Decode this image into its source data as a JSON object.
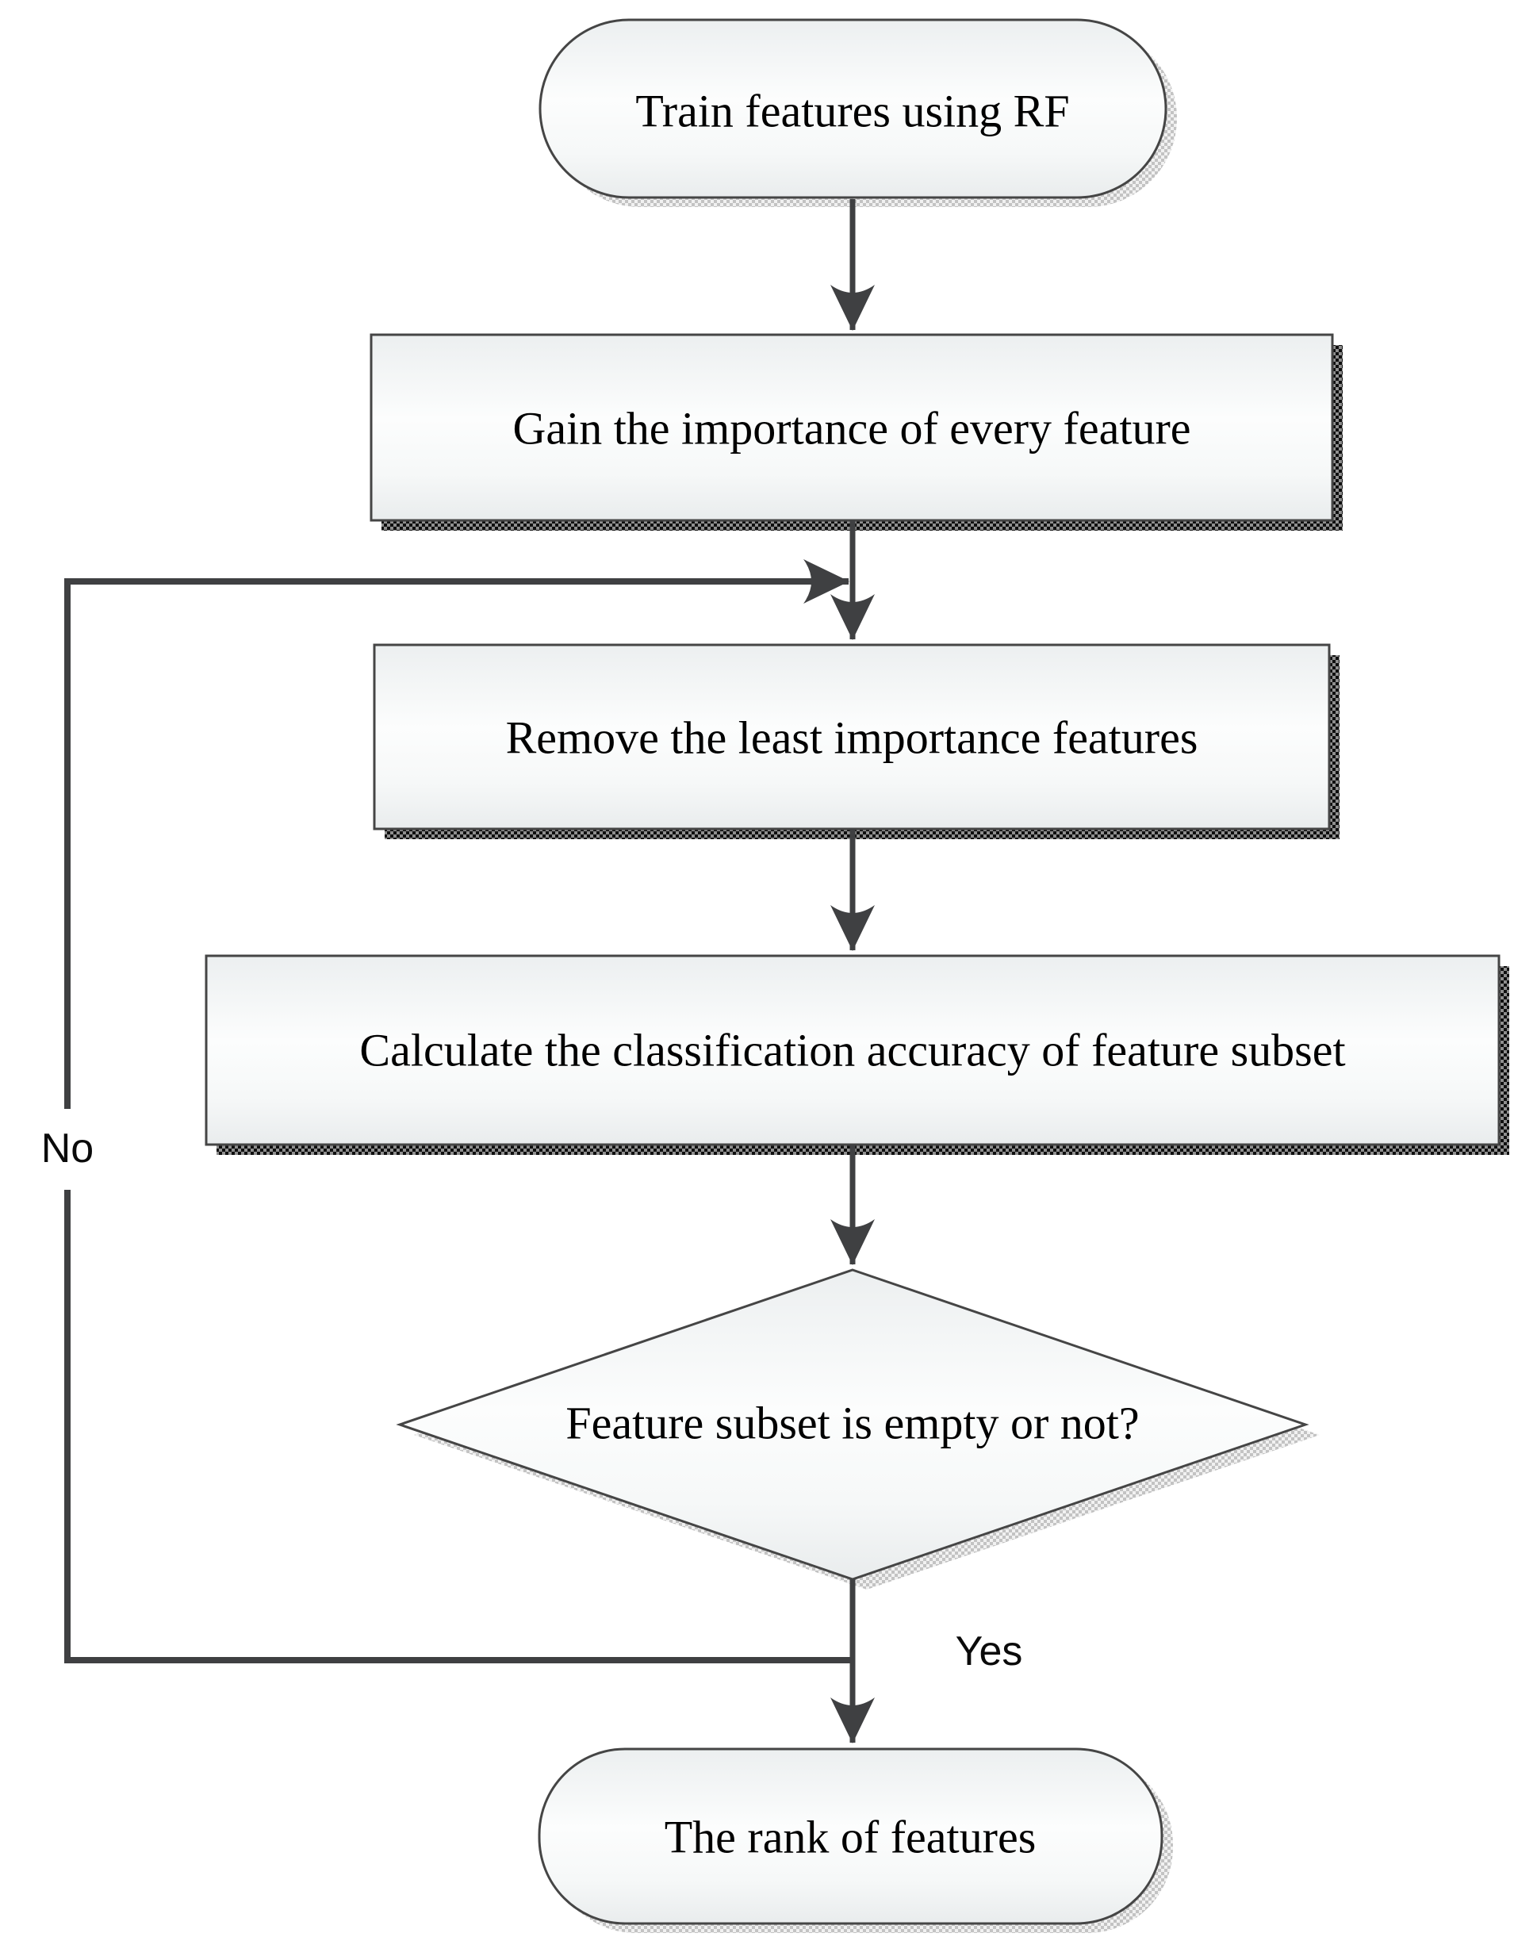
{
  "flowchart": {
    "nodes": {
      "start": {
        "type": "terminator",
        "label": "Train features using RF"
      },
      "gain": {
        "type": "process",
        "label": "Gain the importance of every feature"
      },
      "remove": {
        "type": "process",
        "label": "Remove the least importance features"
      },
      "calculate": {
        "type": "process",
        "label": "Calculate the classification accuracy of feature subset"
      },
      "decision": {
        "type": "decision",
        "label": "Feature subset is empty or not?"
      },
      "end": {
        "type": "terminator",
        "label": "The rank of features"
      }
    },
    "edge_labels": {
      "yes": "Yes",
      "no": "No"
    },
    "edges": [
      {
        "from": "start",
        "to": "gain",
        "label": ""
      },
      {
        "from": "gain",
        "to": "remove",
        "label": ""
      },
      {
        "from": "remove",
        "to": "calculate",
        "label": ""
      },
      {
        "from": "calculate",
        "to": "decision",
        "label": ""
      },
      {
        "from": "decision",
        "to": "end",
        "label": "Yes"
      },
      {
        "from": "decision",
        "to": "remove",
        "label": "No"
      }
    ],
    "colors": {
      "line": "#3f4042",
      "node_border": "#454545",
      "node_fill_top": "#eceff0",
      "node_fill_middle": "#fcfdfd",
      "node_fill_bottom": "#e9eced",
      "text": "#000000",
      "background": "#ffffff"
    }
  }
}
